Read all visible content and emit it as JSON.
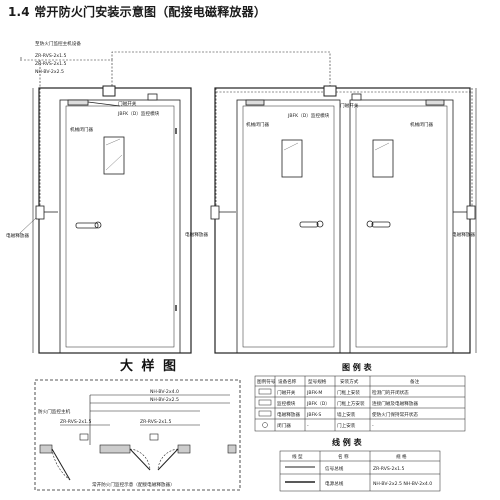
{
  "title": "1.4 常开防火门安装示意图（配接电磁释放器）",
  "left_door": {
    "cable_spec_label": "至防火门监控主机设备",
    "cable_specs": [
      "ZR-RVS-2x1.5",
      "ZR-RVS-2x1.5",
      "NH-BV-2x2.5"
    ],
    "magnetic_switch": "门磁开关",
    "module_label": "JBFK（D）监控模块",
    "door_closer": "机械闭门器",
    "electromagnetic_release": "电磁释放器"
  },
  "right_door": {
    "magnetic_switch": "门磁开关",
    "module_label": "JBFK（D）监控模块",
    "door_closer": "机械闭门器",
    "electromagnetic_release": "电磁释放器"
  },
  "detail": {
    "title": "大 样 图",
    "labels": [
      "防火门监控主机",
      "NH-BV-2x4.0",
      "NH-BV-2x2.5",
      "ZR-RVS-2x1.5",
      "ZR-RVS-2x1.5"
    ],
    "footnote": "常开防火门监控示意（配接电磁释放器）"
  },
  "legend": {
    "title": "图 例 表",
    "headers": [
      "图例符号",
      "设备名称",
      "型号规格",
      "安装方式",
      "备注"
    ],
    "rows": [
      [
        "门磁开关",
        "JBFK-M",
        "门框上安装",
        "检测门的开闭状态"
      ],
      [
        "监控模块",
        "JBFK（D）",
        "门框上方安装",
        "连接门磁及电磁释放器"
      ],
      [
        "电磁释放器",
        "JBFK-S",
        "墙上安装",
        "使防火门保持常开状态"
      ],
      [
        "闭门器",
        "-",
        "门上安装",
        "-"
      ]
    ]
  },
  "line_legend": {
    "title": "线 例 表",
    "headers": [
      "线 型",
      "名 称",
      "规 格"
    ],
    "rows": [
      [
        "信号总线",
        "ZR-RVS-2x1.5"
      ],
      [
        "电源总线",
        "NH-BV-2x2.5  NH-BV-2x4.0"
      ]
    ]
  }
}
